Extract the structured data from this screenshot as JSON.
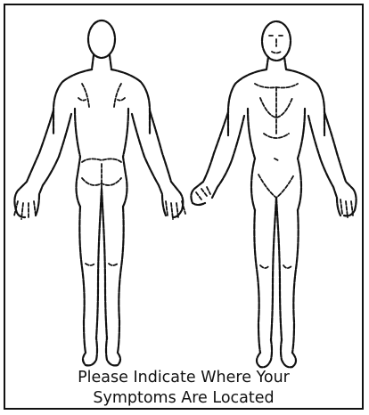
{
  "caption": {
    "line1": "Please Indicate Where Your",
    "line2": "Symptoms Are Located"
  },
  "figures": [
    {
      "view": "back",
      "icon": "body-back-outline"
    },
    {
      "view": "front",
      "icon": "body-front-outline"
    }
  ],
  "colors": {
    "ink": "#111111",
    "background": "#ffffff"
  }
}
